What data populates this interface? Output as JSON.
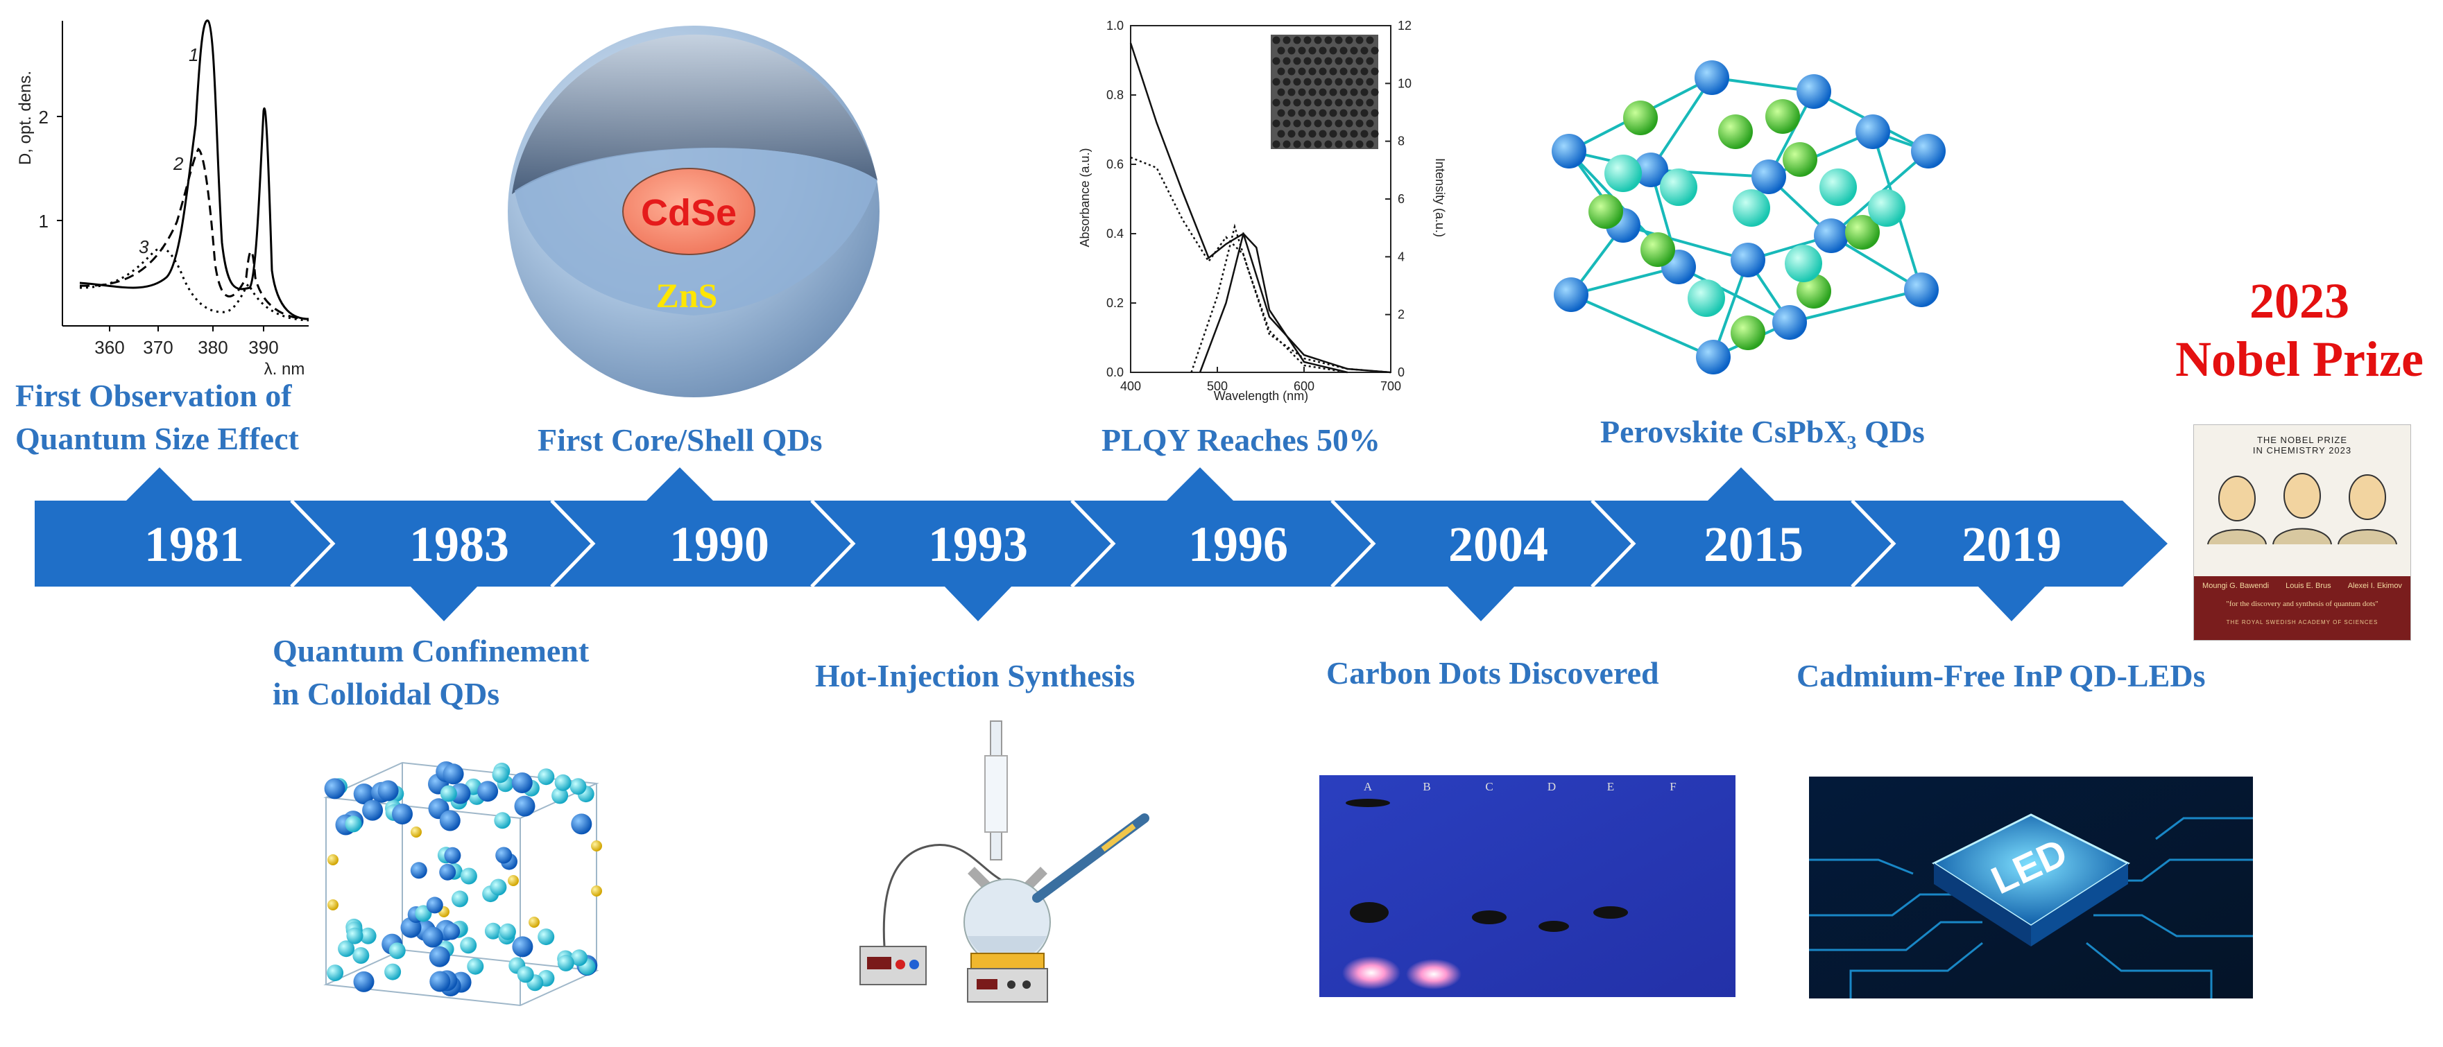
{
  "timeline": {
    "years": [
      "1981",
      "1983",
      "1990",
      "1993",
      "1996",
      "2004",
      "2015",
      "2019"
    ],
    "colors": {
      "arrow": "#1f6fc8",
      "label": "#2f74c0",
      "nobel": "#e41010"
    }
  },
  "events": {
    "e1981": {
      "line1": "First Observation of",
      "line2": "Quantum Size Effect"
    },
    "e1983": {
      "line1": "Quantum Confinement",
      "line2": "in Colloidal QDs"
    },
    "e1990": {
      "text": "First Core/Shell QDs"
    },
    "e1993": {
      "text": "Hot-Injection Synthesis"
    },
    "e1996": {
      "text": "PLQY Reaches 50%"
    },
    "e2004": {
      "text": "Carbon Dots Discovered"
    },
    "e2015": {
      "text": "Perovskite CsPbX₃ QDs"
    },
    "e2019": {
      "text": "Cadmium-Free InP QD-LEDs"
    }
  },
  "nobel": {
    "year": "2023",
    "title": "Nobel Prize",
    "poster": {
      "header1": "THE NOBEL PRIZE",
      "header2": "IN CHEMISTRY 2023",
      "laureates": [
        "Moungi G. Bawendi",
        "Louis E. Brus",
        "Alexei I. Ekimov"
      ],
      "citation": "\"for the discovery and synthesis of quantum dots\"",
      "footer": "THE ROYAL SWEDISH ACADEMY OF SCIENCES"
    }
  },
  "core_shell": {
    "core": "CdSe",
    "shell": "ZnS"
  },
  "spectrum_1981": {
    "ylabel": "D, opt. dens.",
    "xlabel": "λ, nm",
    "yticks": [
      "1",
      "2"
    ],
    "xticks": [
      "360",
      "370",
      "380",
      "390"
    ],
    "curve_labels": [
      "1",
      "2",
      "3"
    ]
  },
  "chart_data": {
    "type": "line",
    "xlabel": "Wavelength (nm)",
    "ylabel": "Absorbance (a.u.)",
    "y2label": "Intensity (a.u.)",
    "xlim": [
      400,
      700
    ],
    "ylim": [
      0,
      1.0
    ],
    "y2lim": [
      0,
      12
    ],
    "xticks": [
      "400",
      "500",
      "600",
      "700"
    ],
    "yticks": [
      "0.0",
      "0.2",
      "0.4",
      "0.6",
      "0.8",
      "1.0"
    ],
    "y2ticks": [
      "0",
      "2",
      "4",
      "6",
      "8",
      "10",
      "12"
    ],
    "series": [
      {
        "style": "solid",
        "x": [
          400,
          430,
          460,
          490,
          510,
          530,
          560,
          600,
          650,
          700
        ],
        "values": [
          0.95,
          0.72,
          0.52,
          0.33,
          0.37,
          0.4,
          0.16,
          0.05,
          0.01,
          0.0
        ]
      },
      {
        "style": "dotted",
        "x": [
          400,
          430,
          460,
          490,
          510,
          530,
          560,
          600,
          650,
          700
        ],
        "values": [
          0.62,
          0.59,
          0.44,
          0.32,
          0.39,
          0.34,
          0.11,
          0.04,
          0.01,
          0.0
        ]
      },
      {
        "style": "emission-solid",
        "x": [
          480,
          510,
          530,
          545,
          560,
          600,
          650
        ],
        "values": [
          0.0,
          0.2,
          0.4,
          0.36,
          0.18,
          0.03,
          0.0
        ]
      },
      {
        "style": "emission-dotted",
        "x": [
          470,
          500,
          520,
          535,
          560,
          600,
          650
        ],
        "values": [
          0.0,
          0.22,
          0.42,
          0.3,
          0.12,
          0.02,
          0.0
        ]
      }
    ]
  },
  "gel": {
    "lanes": [
      "A",
      "B",
      "C",
      "D",
      "E",
      "F"
    ]
  },
  "led": {
    "text": "LED"
  }
}
